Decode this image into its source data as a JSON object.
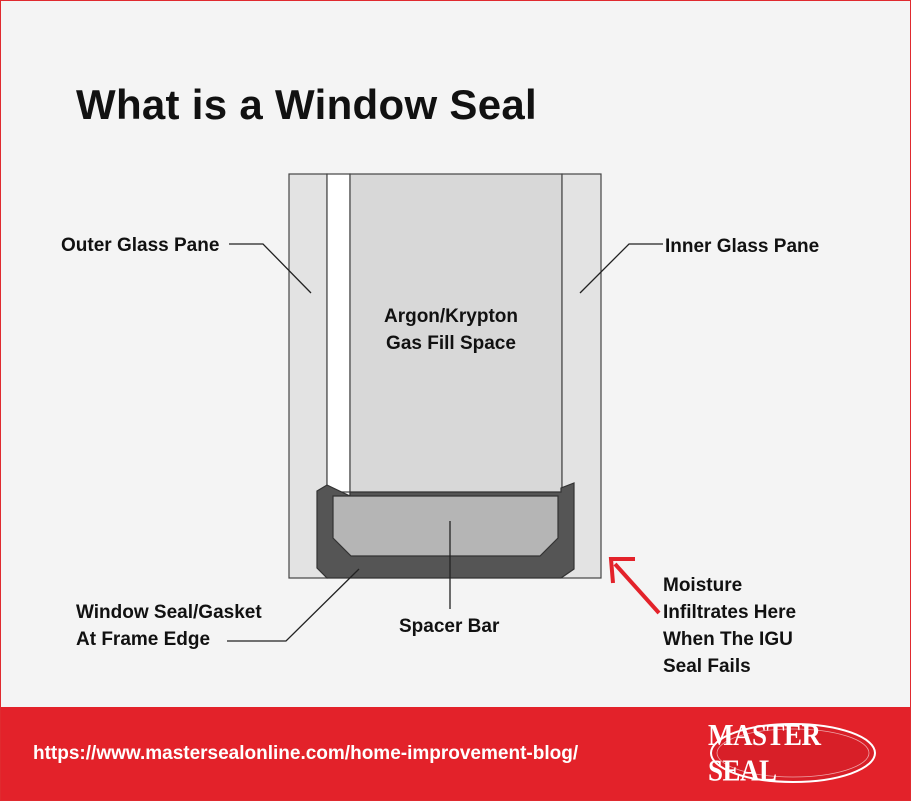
{
  "title": "What is a Window Seal",
  "labels": {
    "outer_glass": "Outer Glass Pane",
    "inner_glass": "Inner Glass Pane",
    "gas_fill": "Argon/Krypton\nGas Fill Space",
    "window_seal": "Window Seal/Gasket\nAt Frame Edge",
    "spacer_bar": "Spacer Bar",
    "moisture": "Moisture\nInfiltrates Here\nWhen The IGU\nSeal Fails"
  },
  "footer": {
    "url": "https://www.mastersealonline.com/home-improvement-blog/",
    "logo_text": "MASTER SEAL"
  },
  "colors": {
    "brand_red": "#e3222a",
    "background": "#f4f4f4",
    "glass": "#e3e3e3",
    "gas_fill": "#d8d8d8",
    "spacer": "#b5b5b5",
    "gasket": "#555555"
  }
}
